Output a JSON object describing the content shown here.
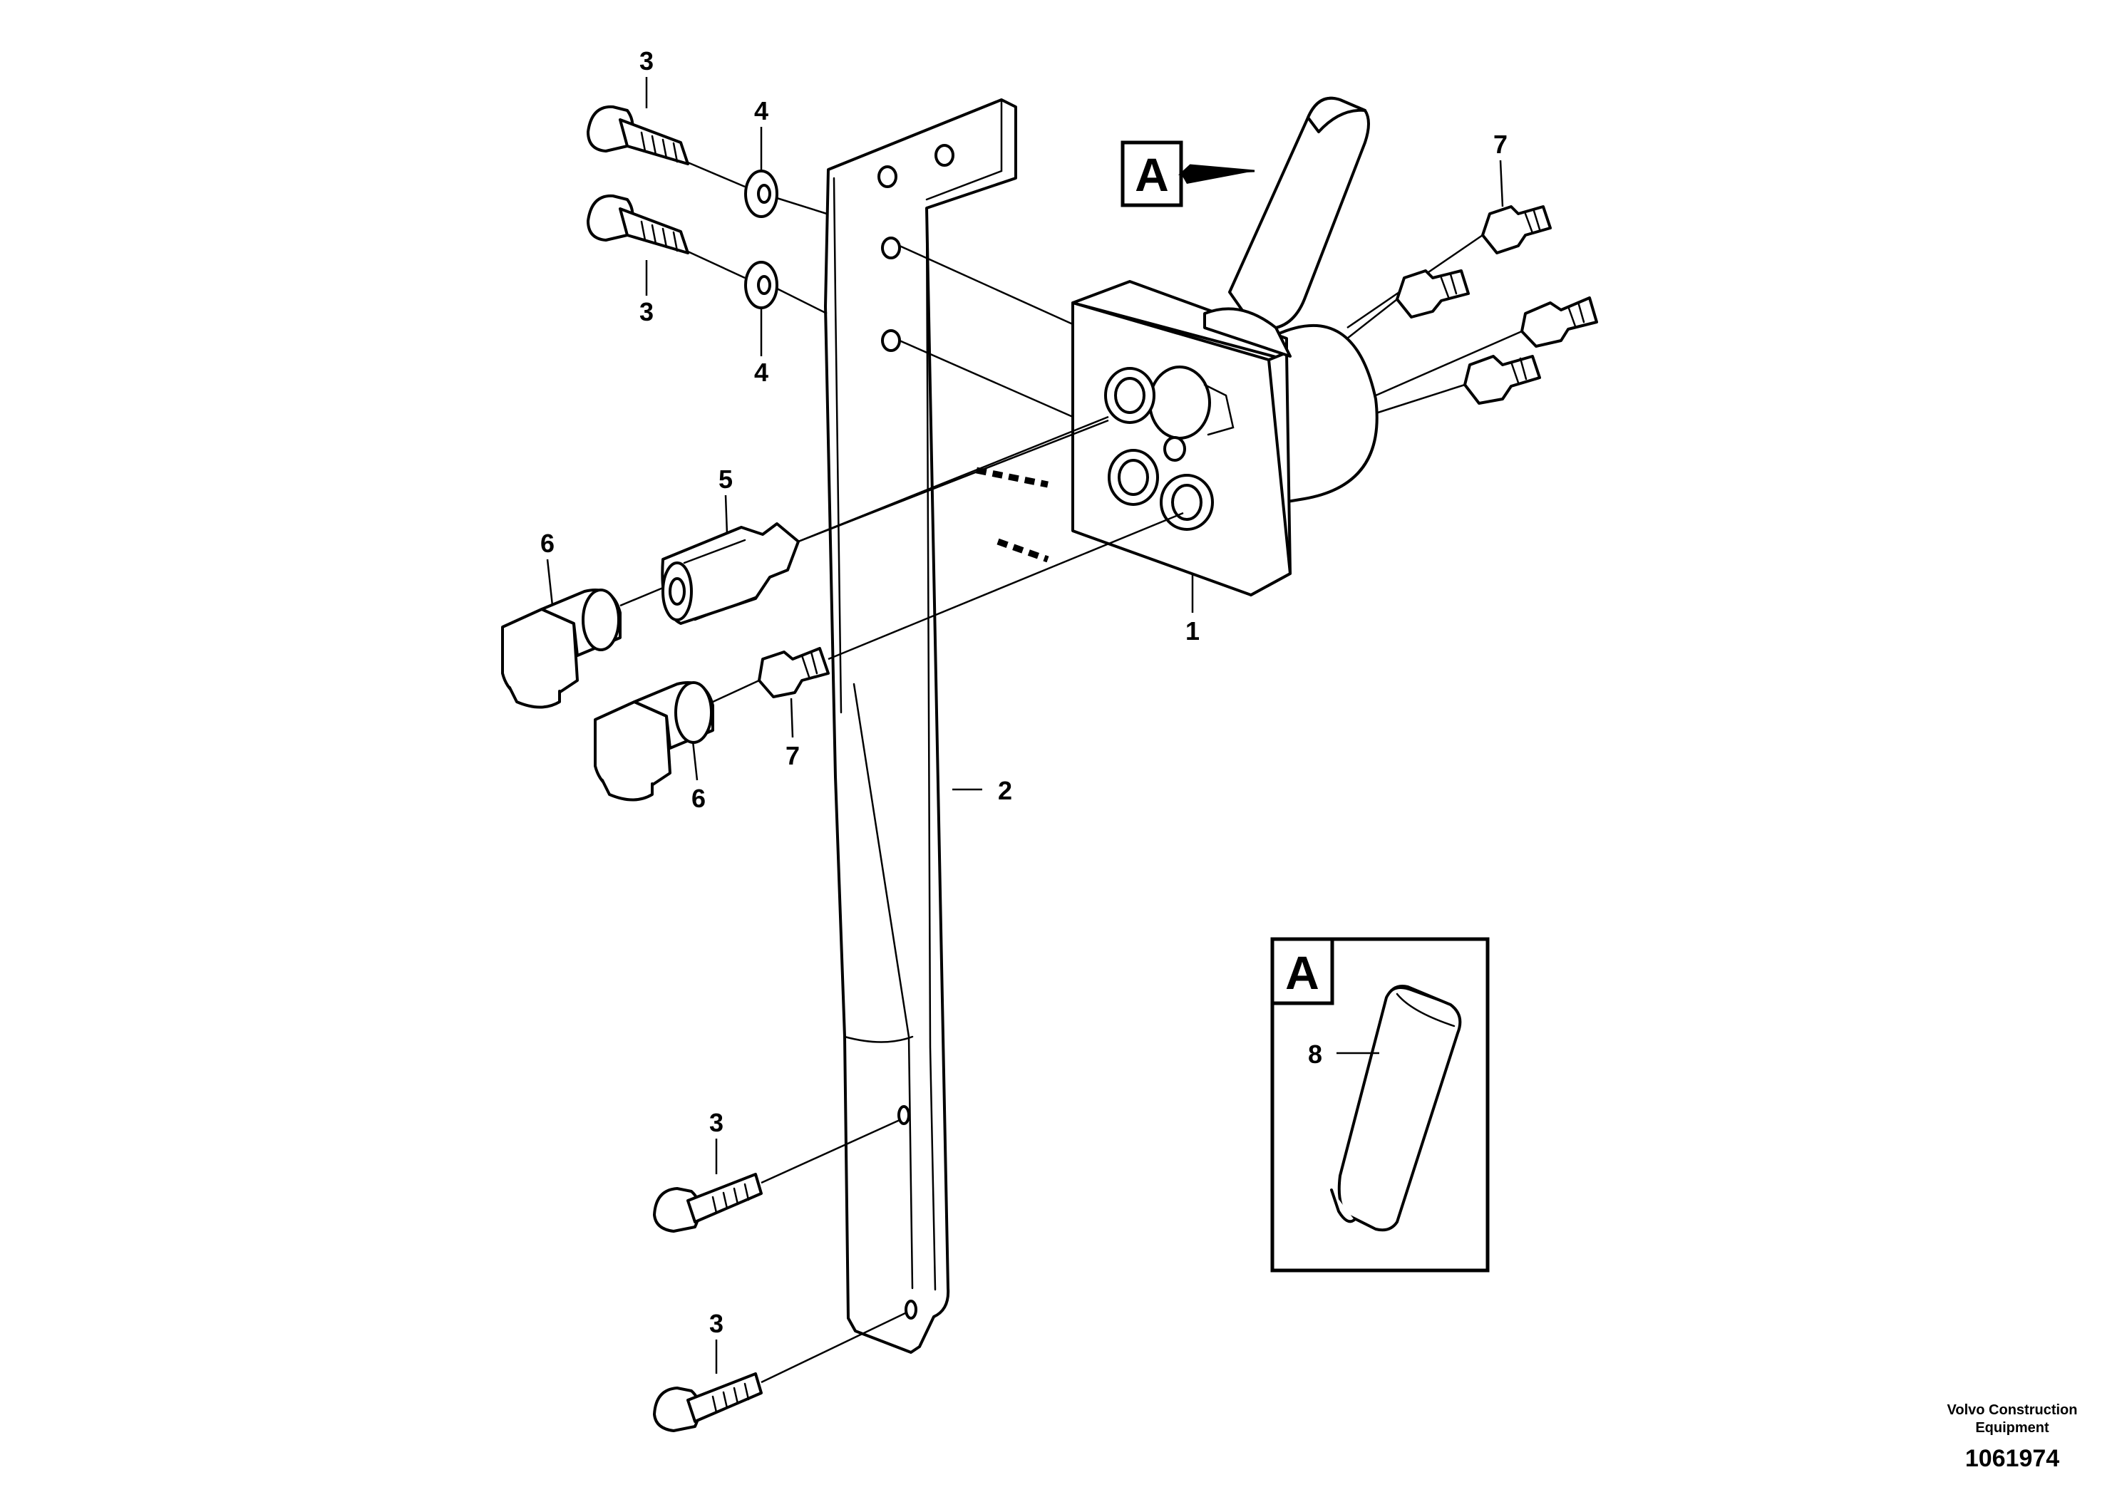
{
  "diagram": {
    "callouts": {
      "c1": "1",
      "c2": "2",
      "c3a": "3",
      "c3b": "3",
      "c3c": "3",
      "c3d": "3",
      "c4a": "4",
      "c4b": "4",
      "c5": "5",
      "c6a": "6",
      "c6b": "6",
      "c7a": "7",
      "c7b": "7",
      "c8": "8"
    },
    "view_marker": "A",
    "detail_view_label": "A"
  },
  "footer": {
    "company_line1": "Volvo Construction",
    "company_line2": "Equipment",
    "drawing_number": "1061974"
  }
}
